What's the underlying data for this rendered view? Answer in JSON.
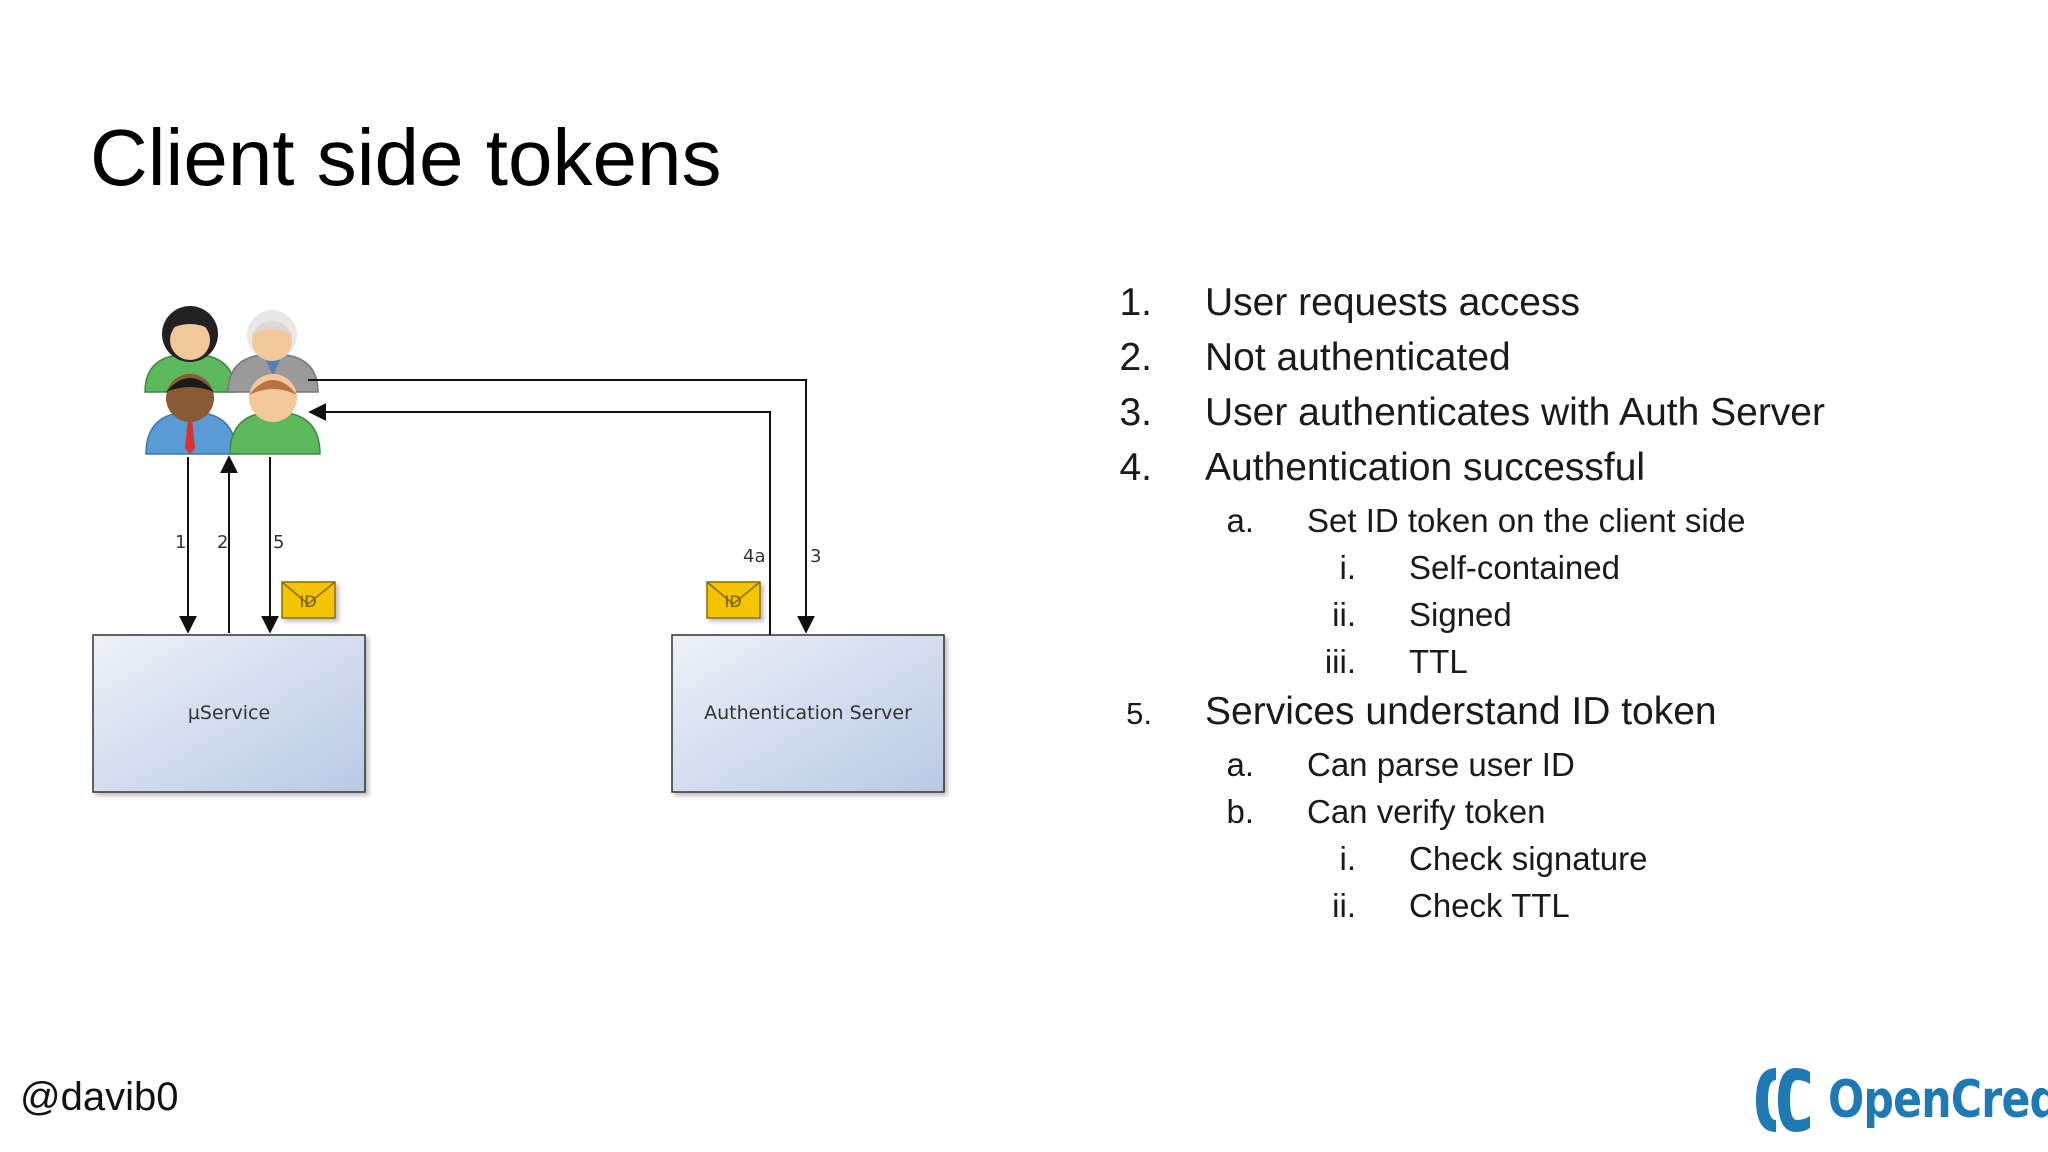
{
  "slide": {
    "title": "Client side tokens",
    "handle": "@davib0"
  },
  "logo": {
    "text": "OpenCredo",
    "color": "#1f79b4"
  },
  "diagram": {
    "nodes": {
      "service": "µService",
      "auth_server": "Authentication Server"
    },
    "arrow_labels": {
      "a1": "1",
      "a2": "2",
      "a5": "5",
      "a4a": "4a",
      "a3": "3"
    },
    "token_label": "ID",
    "colors": {
      "box_fill_start": "#eef1f8",
      "box_fill_end": "#b9c9e4",
      "envelope": "#f5c400"
    }
  },
  "list": {
    "items": [
      {
        "marker": "1.",
        "text": "User requests access"
      },
      {
        "marker": "2.",
        "text": "Not authenticated"
      },
      {
        "marker": "3.",
        "text": "User authenticates with Auth Server"
      },
      {
        "marker": "4.",
        "text": "Authentication successful"
      },
      {
        "marker": "a.",
        "text": "Set ID token on the client side"
      },
      {
        "marker": "i.",
        "text": "Self-contained"
      },
      {
        "marker": "ii.",
        "text": "Signed"
      },
      {
        "marker": "iii.",
        "text": "TTL"
      },
      {
        "marker": "5.",
        "text": "Services understand ID token"
      },
      {
        "marker": "a.",
        "text": "Can parse user ID"
      },
      {
        "marker": "b.",
        "text": "Can verify token"
      },
      {
        "marker": "i.",
        "text": "Check signature"
      },
      {
        "marker": "ii.",
        "text": "Check TTL"
      }
    ]
  }
}
